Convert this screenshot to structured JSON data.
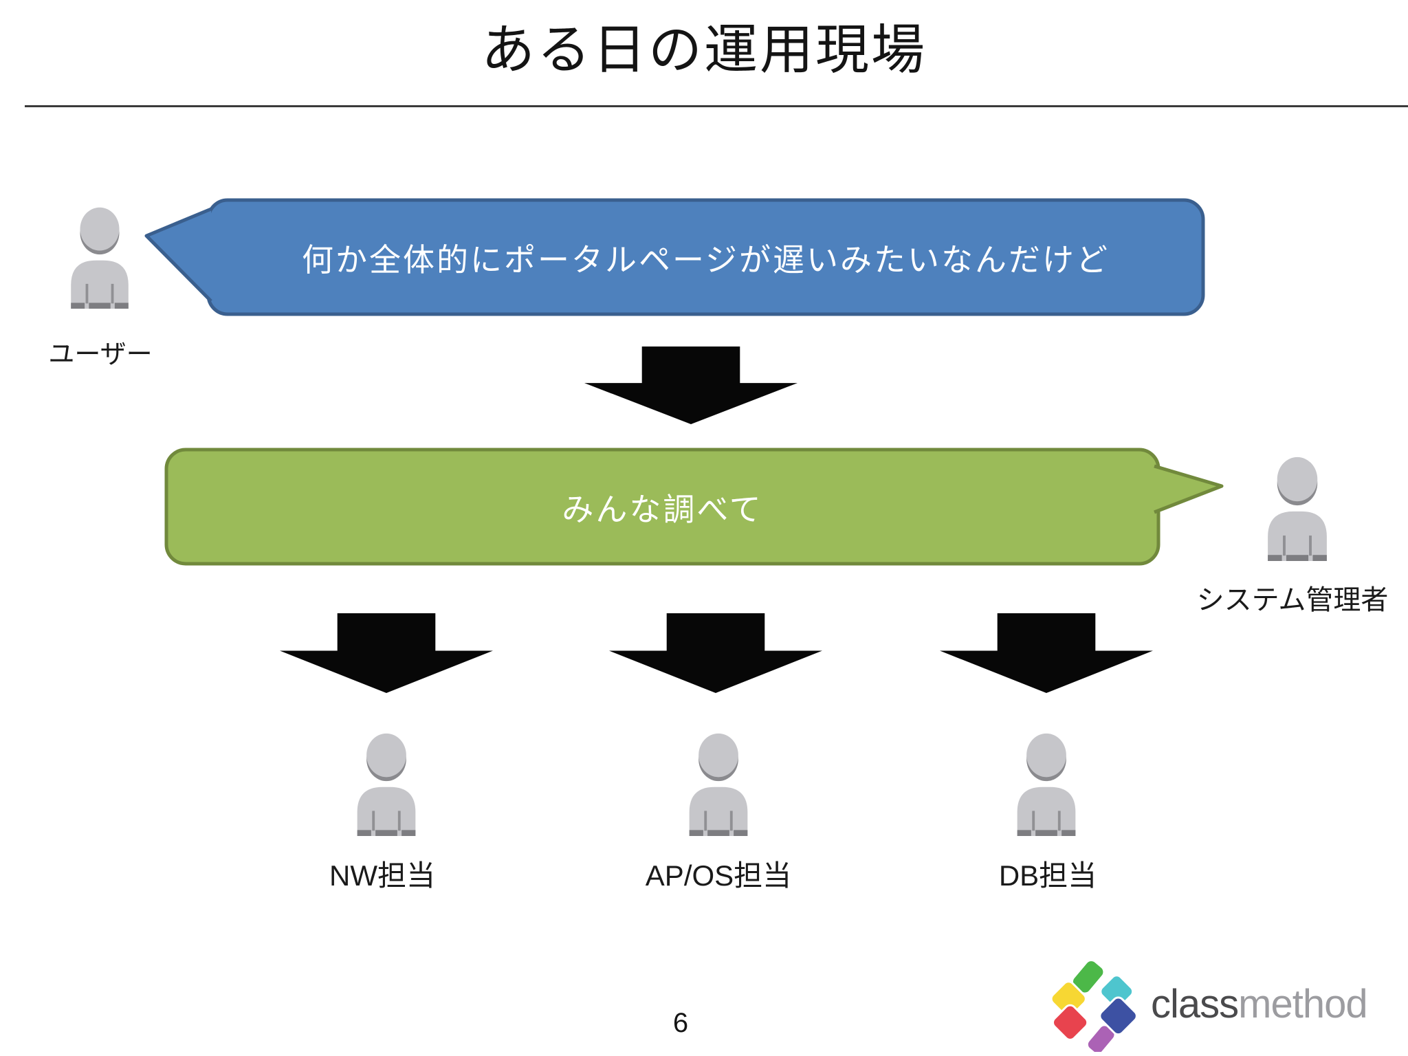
{
  "slide": {
    "title": "ある日の運用現場",
    "page_number": "6"
  },
  "bubbles": {
    "user_complaint": {
      "text": "何か全体的にポータルページが遅いみたいなんだけど",
      "fill_color": "#4E81BD",
      "border_color": "#3A5F8E",
      "text_color": "#FFFFFF"
    },
    "admin_instruction": {
      "text": "みんな調べて",
      "fill_color": "#9BBB59",
      "border_color": "#71893C",
      "text_color": "#FFFFFF"
    }
  },
  "actors": {
    "user": {
      "label": "ユーザー"
    },
    "system_admin": {
      "label": "システム管理者"
    },
    "network": {
      "label": "NW担当"
    },
    "ap_os": {
      "label": "AP/OS担当"
    },
    "database": {
      "label": "DB担当"
    }
  },
  "icons": {
    "person_icon": "gray-person-silhouette",
    "person_color": "#C6C6CA",
    "person_shade_color": "#8A8A8E",
    "down_arrow_icon": "black-block-down-arrow",
    "arrow_color": "#070707"
  },
  "footer": {
    "logo": {
      "word_primary": "class",
      "word_secondary": "method",
      "mark_colors": {
        "green": "#4CB848",
        "teal": "#4EC5CE",
        "blue": "#3D51A3",
        "purple": "#AB62B5",
        "red": "#E8434E",
        "yellow": "#F7D733"
      }
    }
  }
}
